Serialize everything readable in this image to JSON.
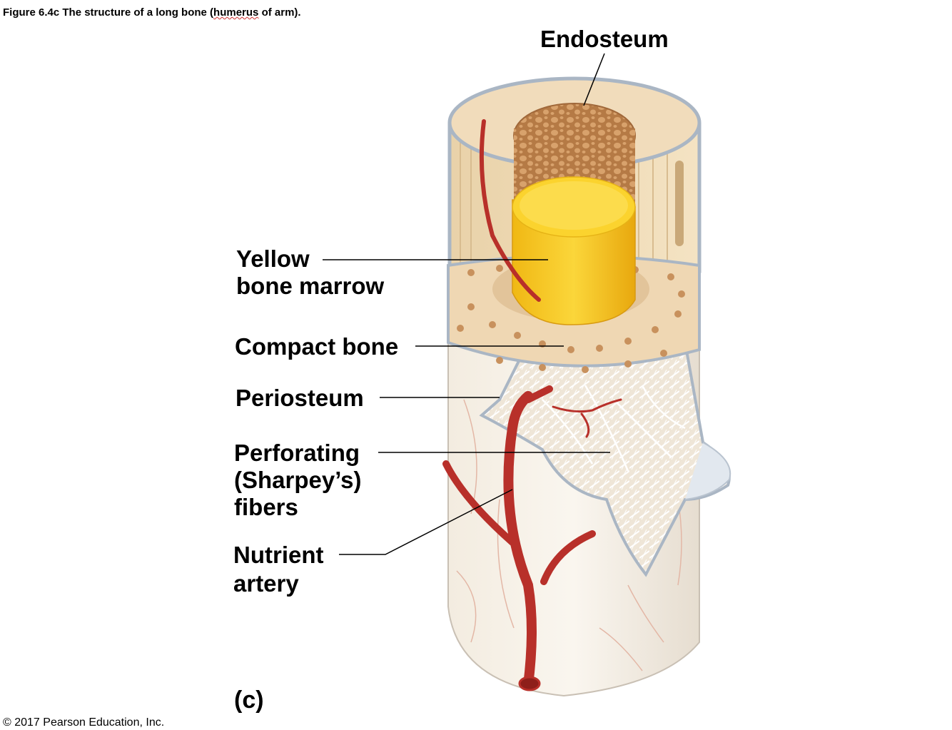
{
  "caption": {
    "prefix": "Figure 6.4c The structure of a long bone (",
    "underlined": "humerus",
    "suffix": " of arm)."
  },
  "labels": {
    "endosteum": "Endosteum",
    "yellow_marrow_line1": "Yellow",
    "yellow_marrow_line2": "bone marrow",
    "compact_bone": "Compact bone",
    "periosteum": "Periosteum",
    "sharpey_line1": "Perforating",
    "sharpey_line2": "(Sharpey’s)",
    "sharpey_line3": "fibers",
    "nutrient_line1": "Nutrient",
    "nutrient_line2": "artery"
  },
  "panel_letter": "(c)",
  "copyright": "© 2017 Pearson Education, Inc.",
  "colors": {
    "compact_bone": "#ecd4b0",
    "spongy_bone": "#c98f5a",
    "yellow_marrow": "#f7cc1f",
    "periosteum": "#dce3ea",
    "artery": "#b8302a",
    "leader_line": "#000000"
  }
}
